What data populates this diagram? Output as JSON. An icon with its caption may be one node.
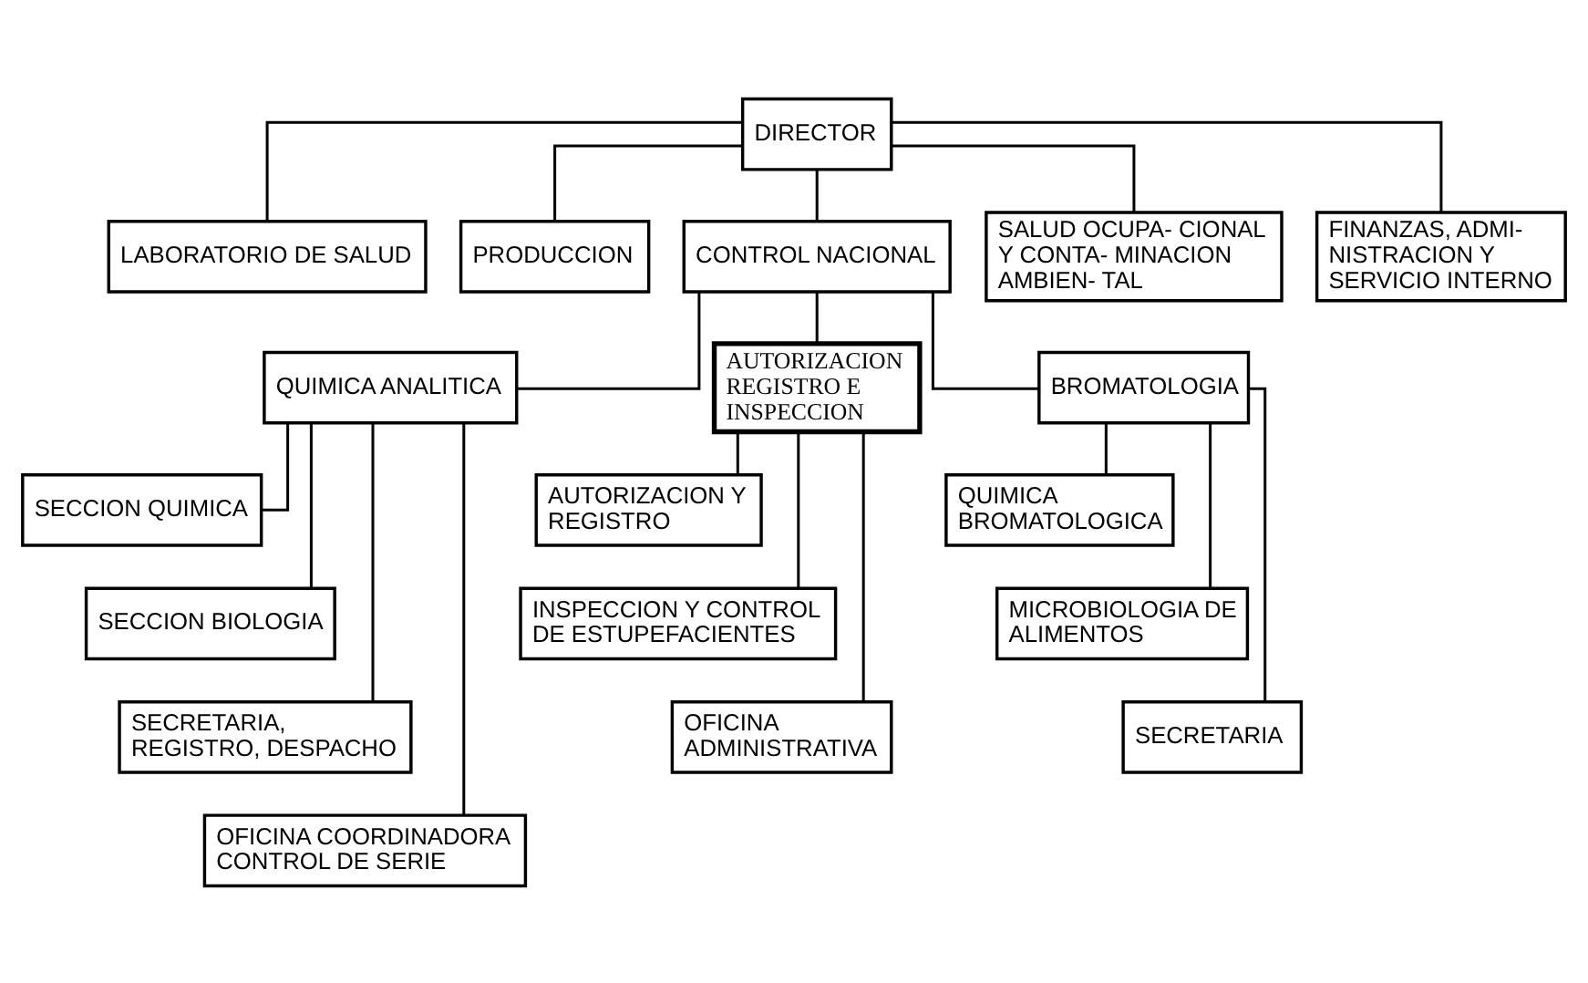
{
  "diagram": {
    "nodes": [
      {
        "text": [
          "DIRECTOR"
        ]
      },
      {
        "text": [
          "LABORATORIO DE SALUD"
        ]
      },
      {
        "text": [
          "PRODUCCION"
        ]
      },
      {
        "text": [
          "CONTROL NACIONAL"
        ]
      },
      {
        "text": [
          "SALUD OCUPA- CIONAL Y CONTA- MINACION AMBIEN- TAL"
        ]
      },
      {
        "text": [
          "FINANZAS, ADMI- NISTRACION Y SERVICIO INTERNO"
        ]
      },
      {
        "text": [
          "QUIMICA ANALITICA"
        ]
      },
      {
        "text": [
          "SECCION QUIMICA"
        ]
      },
      {
        "text": [
          "SECCION BIOLOGIA"
        ]
      },
      {
        "text": [
          "SECRETARIA, REGISTRO, DESPACHO"
        ]
      },
      {
        "text": [
          "OFICINA COORDINADORA CONTROL DE SERIE"
        ]
      },
      {
        "text": [
          "AUTORIZACION REGISTRO E INSPECCION"
        ]
      },
      {
        "text": [
          "AUTORIZACION Y REGISTRO"
        ]
      },
      {
        "text": [
          "INSPECCION Y CONTROL DE ESTUPEFACIENTES"
        ]
      },
      {
        "text": [
          "OFICINA ADMINISTRATIVA"
        ]
      },
      {
        "text": [
          "BROMATOLOGIA"
        ]
      },
      {
        "text": [
          "QUIMICA BROMATOLOGICA"
        ]
      },
      {
        "text": [
          "MICROBIOLOGIA DE ALIMENTOS"
        ]
      },
      {
        "text": [
          "SECRETARIA"
        ]
      }
    ],
    "edges": [
      {
        "from": 0,
        "to": 1,
        "arrow": "none"
      },
      {
        "from": 0,
        "to": 2,
        "arrow": "none"
      },
      {
        "from": 0,
        "to": 3,
        "arrow": "none"
      },
      {
        "from": 0,
        "to": 4,
        "arrow": "none"
      },
      {
        "from": 0,
        "to": 5,
        "arrow": "none"
      },
      {
        "from": 3,
        "to": 6,
        "arrow": "none"
      },
      {
        "from": 3,
        "to": 11,
        "arrow": "none"
      },
      {
        "from": 3,
        "to": 15,
        "arrow": "none"
      },
      {
        "from": 6,
        "to": 7,
        "arrow": "none"
      },
      {
        "from": 6,
        "to": 8,
        "arrow": "none"
      },
      {
        "from": 6,
        "to": 9,
        "arrow": "none"
      },
      {
        "from": 6,
        "to": 10,
        "arrow": "none"
      },
      {
        "from": 11,
        "to": 12,
        "arrow": "none"
      },
      {
        "from": 11,
        "to": 13,
        "arrow": "none"
      },
      {
        "from": 11,
        "to": 14,
        "arrow": "none"
      },
      {
        "from": 15,
        "to": 16,
        "arrow": "none"
      },
      {
        "from": 15,
        "to": 17,
        "arrow": "none"
      },
      {
        "from": 15,
        "to": 18,
        "arrow": "none"
      }
    ]
  }
}
